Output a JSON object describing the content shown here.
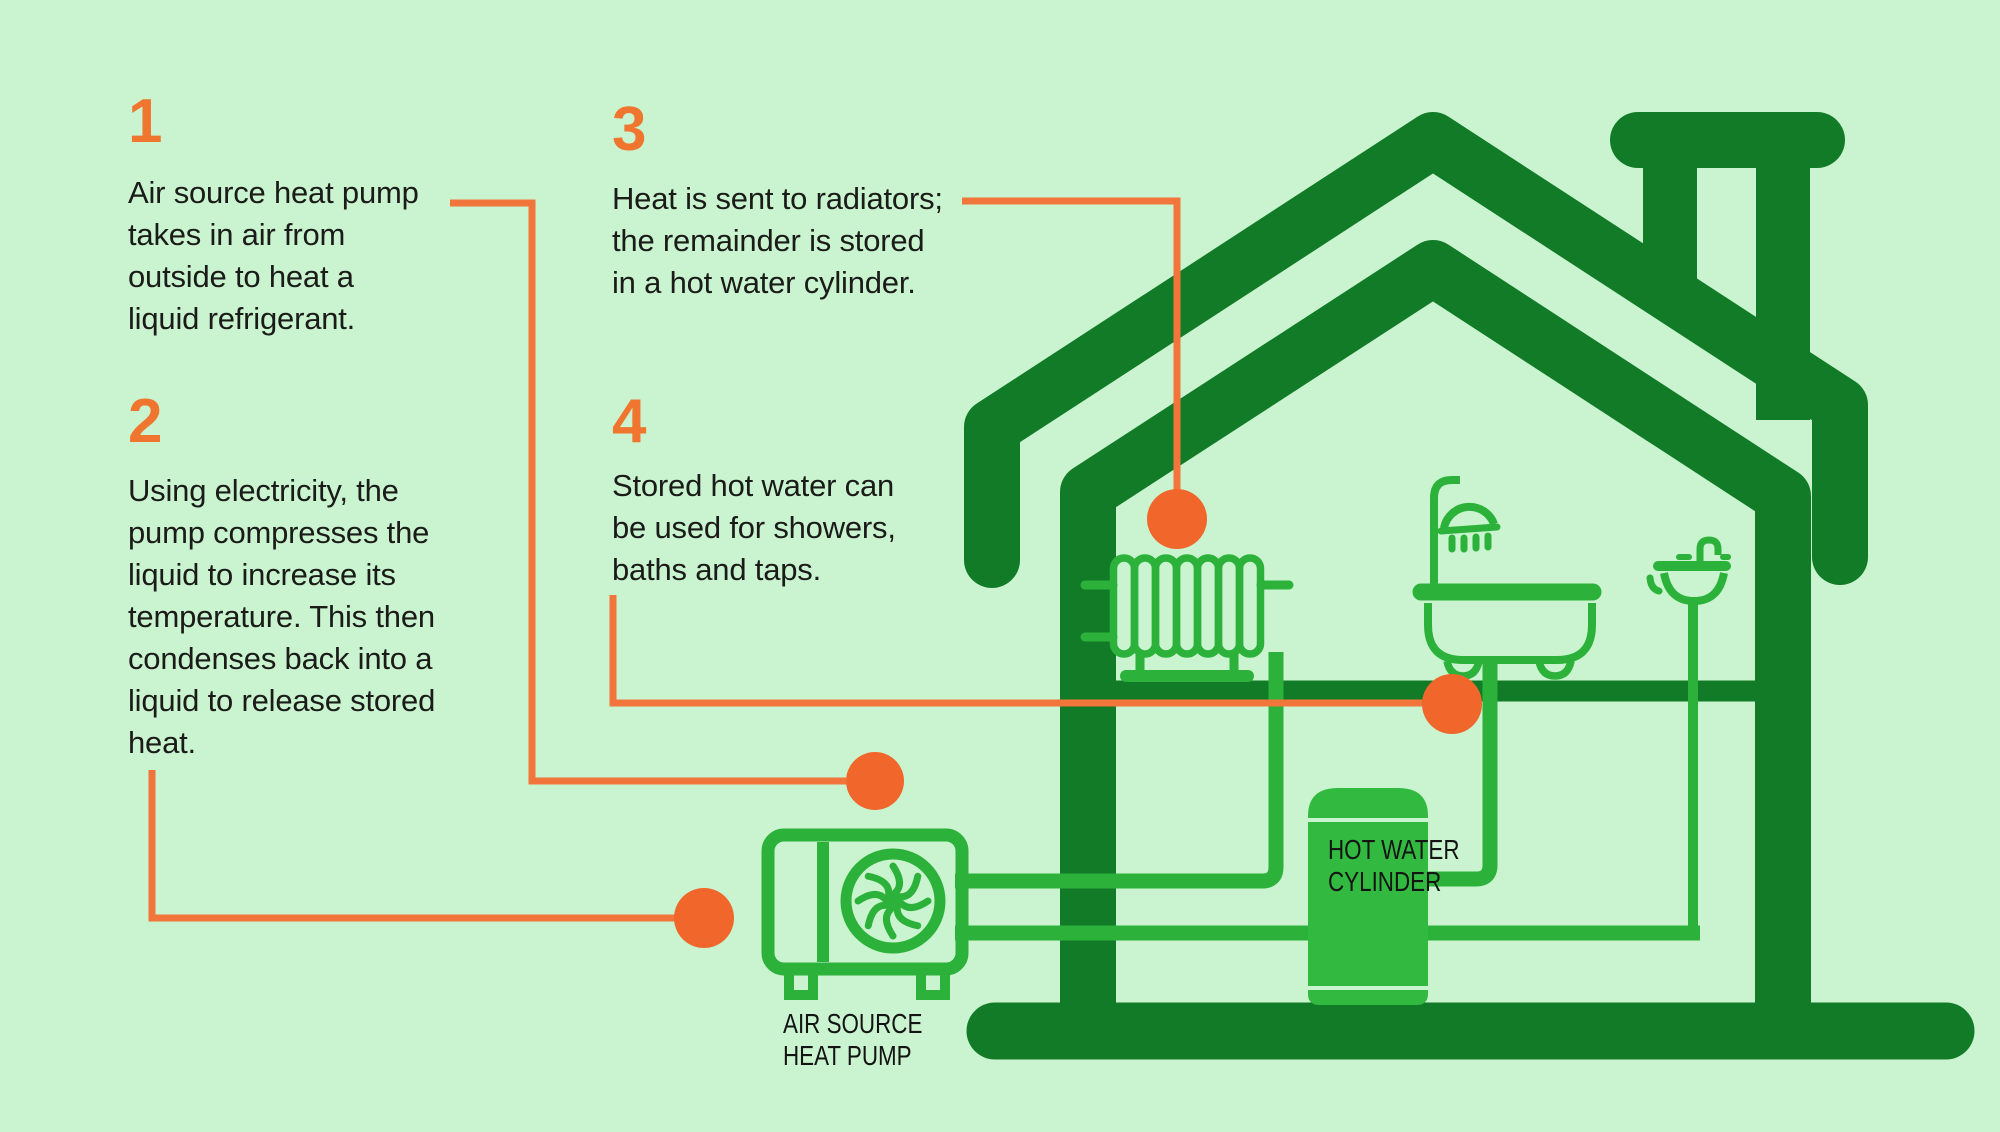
{
  "title": "Air source heat pump infographic",
  "palette": {
    "background": "#c9f4cf",
    "house_dark_green": "#127b28",
    "icon_green": "#2cb23a",
    "cylinder_green": "#32ba40",
    "connector_orange_line": "#f2753b",
    "connector_orange_dot": "#f1672b",
    "step_number_orange": "#f0752f",
    "text_color": "#1b1b19"
  },
  "steps": [
    {
      "number": "1",
      "text": "Air source heat pump\ntakes in air from\noutside to heat a\nliquid refrigerant."
    },
    {
      "number": "2",
      "text": "Using electricity, the\npump compresses the\nliquid to increase its\ntemperature. This then\ncondenses back into a\nliquid to release stored\nheat."
    },
    {
      "number": "3",
      "text": "Heat is sent to radiators;\nthe remainder is stored\nin a hot water cylinder."
    },
    {
      "number": "4",
      "text": "Stored hot water can\nbe used for showers,\nbaths and taps."
    }
  ],
  "labels": {
    "heat_pump": "AIR SOURCE\nHEAT PUMP",
    "hot_water_cylinder": "HOT WATER\nCYLINDER"
  },
  "icons": {
    "house": "house-outline-icon",
    "chimney": "chimney-icon",
    "radiator": "radiator-icon",
    "shower": "shower-icon",
    "bath": "bathtub-icon",
    "sink": "sink-icon",
    "hot_water_cylinder": "hot-water-cylinder-icon",
    "heat_pump": "air-source-heat-pump-icon",
    "fan": "fan-icon",
    "pipes": "pipe-lines",
    "connectors": "orange-callout-lines-with-dots"
  }
}
